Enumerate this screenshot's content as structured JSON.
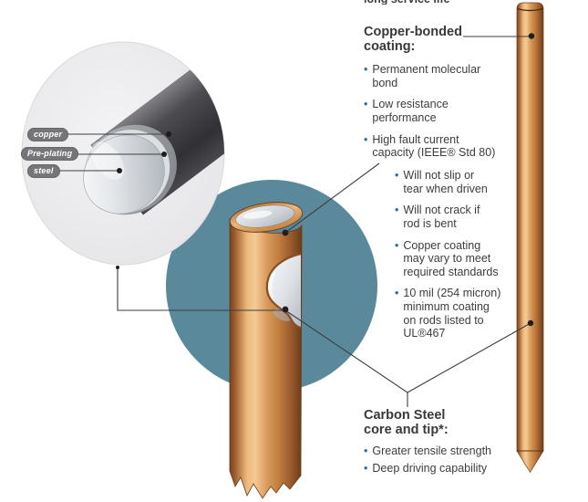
{
  "bullet_char": "•",
  "top_clipped_text": "long service life",
  "colors": {
    "bullet_blue": "#2d6ca2",
    "text_dark": "#3c3c3c",
    "blue_circle": "#5b899c",
    "copper_mid": "#d0894a",
    "steel_gray": "#cfd4d9",
    "label_pill_gray": "#76767a"
  },
  "inset": {
    "labels": {
      "copper": "copper",
      "pre_plating": "Pre-plating",
      "steel": "steel"
    }
  },
  "copper_section": {
    "heading": "Copper-bonded\ncoating:",
    "bullets": [
      "Permanent molecular\nbond",
      "Low resistance\nperformance",
      "High fault current\ncapacity (IEEE® Std 80)"
    ],
    "sub_bullets": [
      "Will not slip or\ntear when driven",
      "Will not crack if\nrod is bent",
      "Copper coating\nmay vary to meet\nrequired standards",
      "10 mil (254 micron)\nminimum coating\non rods listed to\nUL®467"
    ]
  },
  "steel_section": {
    "heading": "Carbon Steel\ncore and tip*:",
    "bullets": [
      "Greater tensile strength",
      "Deep driving capability"
    ]
  }
}
